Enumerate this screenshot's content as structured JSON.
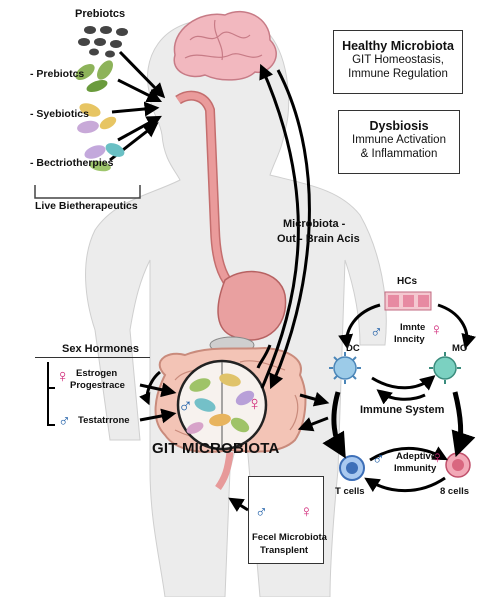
{
  "prebiotics_top": "Prebiotcs",
  "left_items": [
    "- Prebiotcs",
    "- Syebiotics",
    "- Bectriotherpies"
  ],
  "live_biotherapeutics": "Live Bietherapeutics",
  "box_healthy": {
    "title": "Healthy Microbiota",
    "line1": "GIT Homeostasis,",
    "line2": "Immune Regulation"
  },
  "box_dysbiosis": {
    "title": "Dysbiosis",
    "line1": "Immune Activation",
    "line2": "& Inflammation"
  },
  "axis_label": {
    "line1": "Microbiota -",
    "line2": "Out - Brain Acis"
  },
  "sex_hormones": {
    "title": "Sex Hormones",
    "estrogen1": "Estrogen",
    "estrogen2": "Progestrace",
    "testosterone": "Testatrrone"
  },
  "git_title": "GIT MICROBIOTA",
  "fmt": {
    "line1": "Fecel Microbiota",
    "line2": "Transplent"
  },
  "immune": {
    "hcs": "HCs",
    "innate1": "Imnte",
    "innate2": "Inncity",
    "dc": "DC",
    "mo": "MO",
    "system": "Immune System",
    "adaptive1": "Adeptive",
    "adaptive2": "Immunity",
    "tcells": "T cells",
    "bcells": "8 cells"
  },
  "symbols": {
    "male": "♂",
    "female": "♀"
  },
  "colors": {
    "male": "#1f5fa8",
    "female": "#d12a7a",
    "tract": "#e79a9a",
    "brain": "#f2b8bf"
  }
}
